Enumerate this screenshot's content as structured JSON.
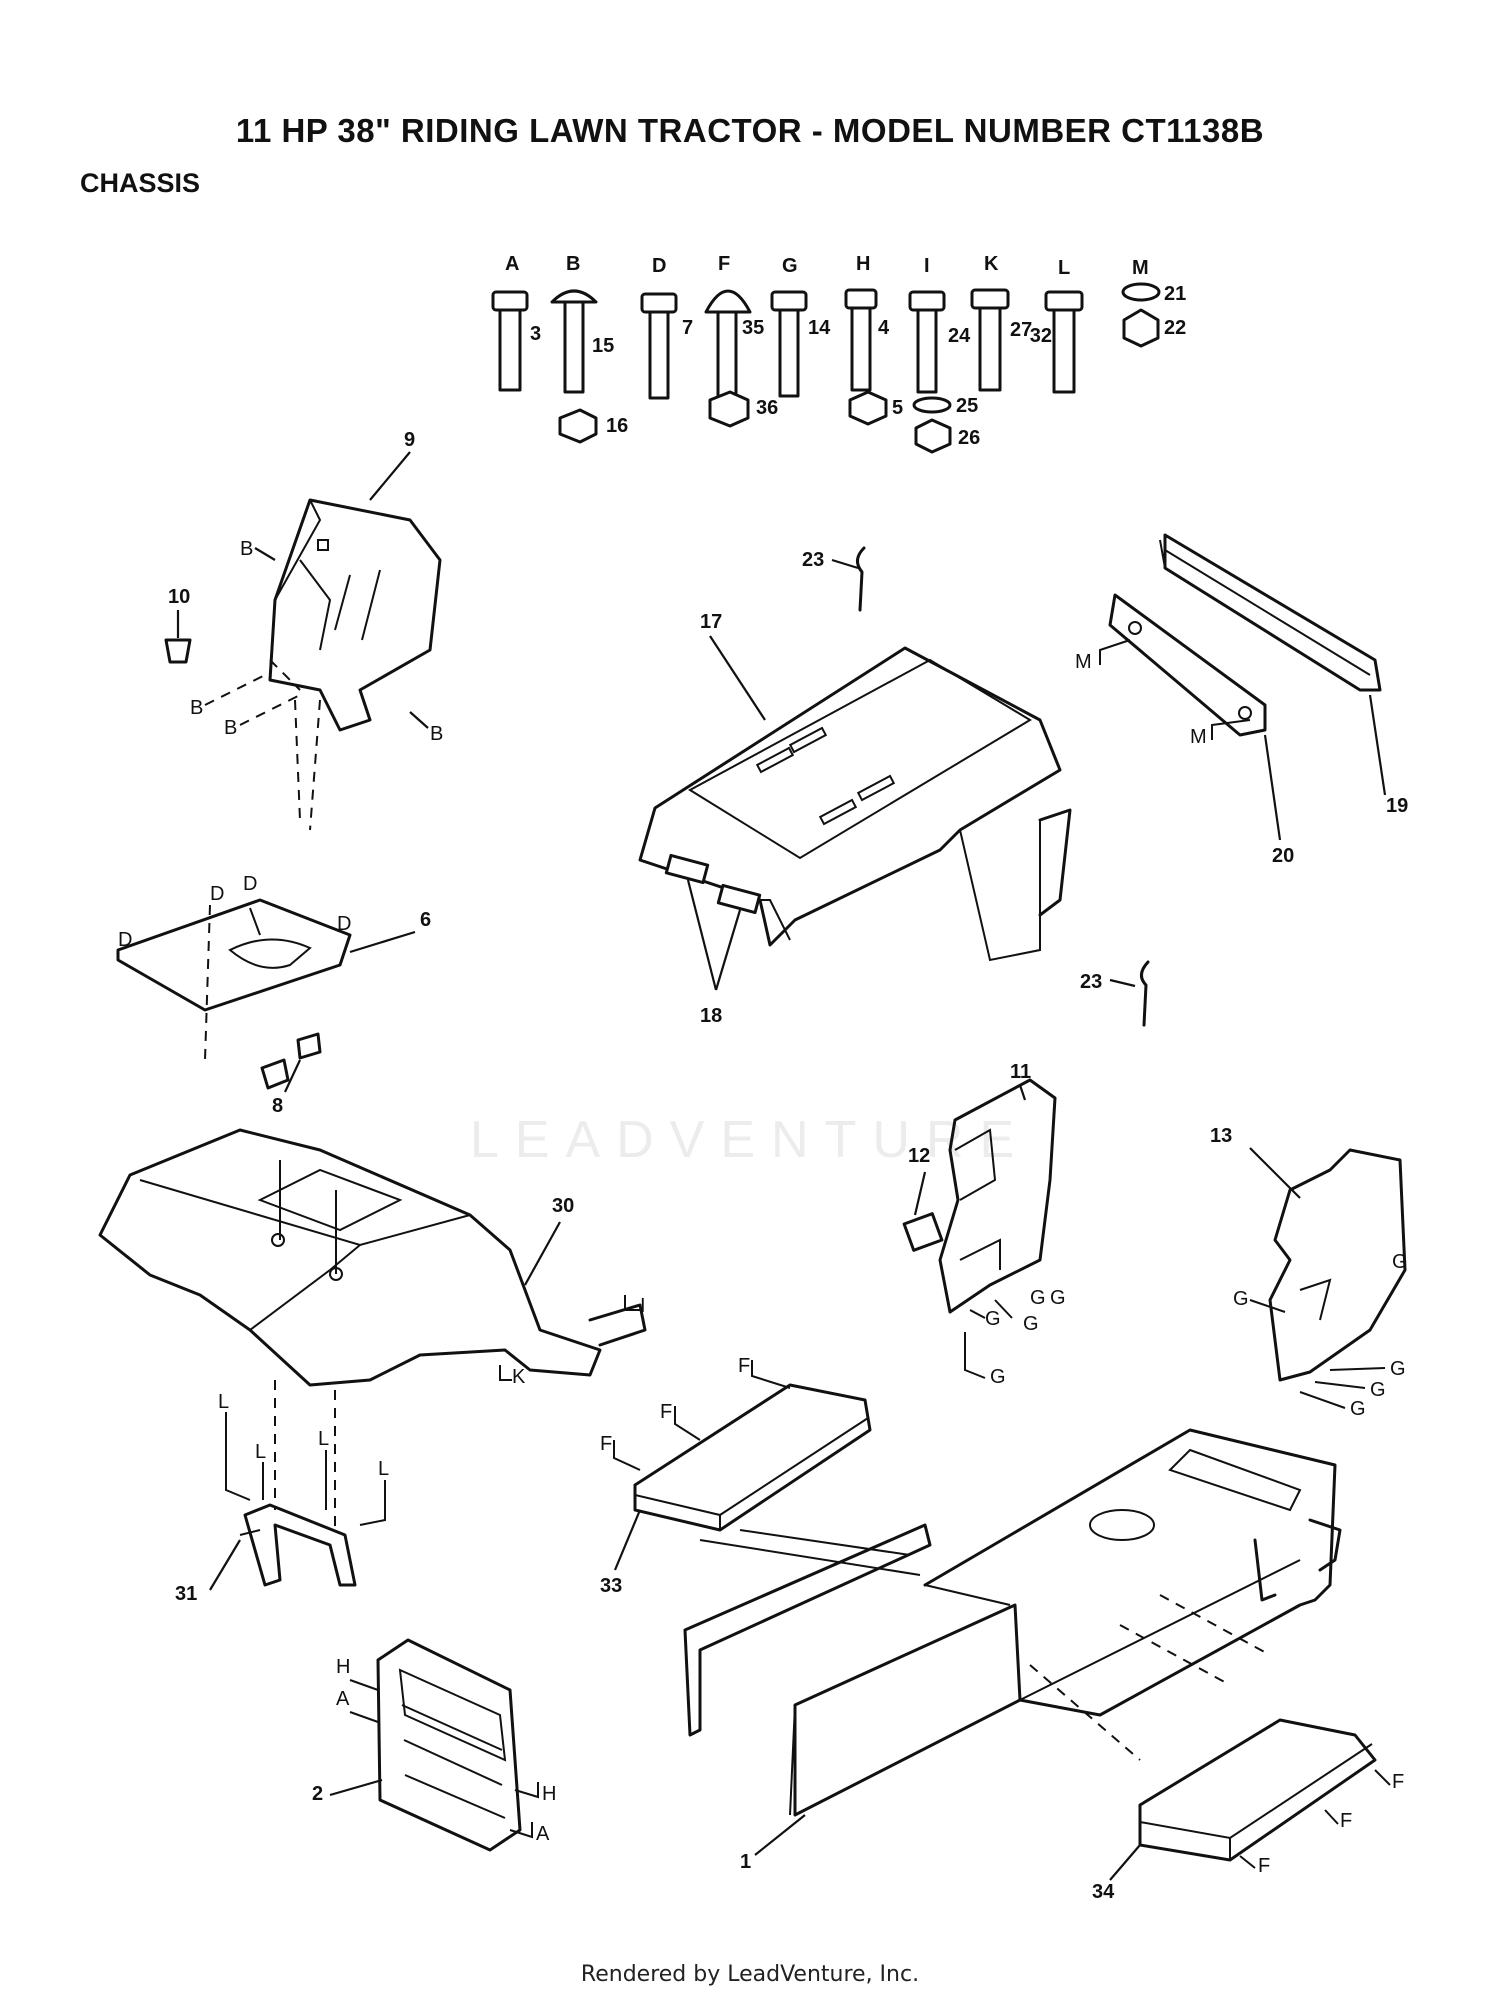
{
  "title": "11 HP 38\" RIDING LAWN TRACTOR - MODEL NUMBER CT1138B",
  "subtitle": "CHASSIS",
  "watermark": "LEADVENTURE",
  "footer": "Rendered by LeadVenture, Inc.",
  "hardware": [
    {
      "letter": "A",
      "bolt": "3"
    },
    {
      "letter": "B",
      "bolt": "15",
      "nut": "16"
    },
    {
      "letter": "D",
      "bolt": "7"
    },
    {
      "letter": "F",
      "bolt": "35",
      "nut": "36"
    },
    {
      "letter": "G",
      "bolt": "14"
    },
    {
      "letter": "H",
      "bolt": "4",
      "nut": "5"
    },
    {
      "letter": "I",
      "bolt": "24",
      "washer": "25",
      "nut": "26"
    },
    {
      "letter": "K",
      "bolt": "27"
    },
    {
      "letter": "L",
      "bolt": "32"
    },
    {
      "letter": "M",
      "washer": "21",
      "nut": "22"
    }
  ],
  "callouts": {
    "c1": "1",
    "c2": "2",
    "c6": "6",
    "c8": "8",
    "c9": "9",
    "c10": "10",
    "c11": "11",
    "c12": "12",
    "c13": "13",
    "c17": "17",
    "c18": "18",
    "c19": "19",
    "c20": "20",
    "c23a": "23",
    "c23b": "23",
    "c30": "30",
    "c31": "31",
    "c33": "33",
    "c34": "34"
  },
  "letters": {
    "b": "B",
    "d": "D",
    "f": "F",
    "g": "G",
    "h": "H",
    "a": "A",
    "i": "I",
    "k": "K",
    "l": "L",
    "m": "M"
  }
}
